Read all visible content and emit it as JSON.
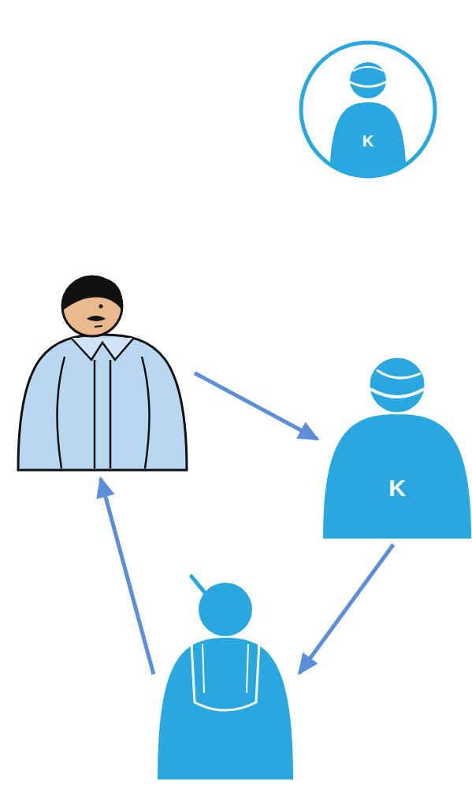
{
  "diagram": {
    "nodes": [
      {
        "text": [
          "K"
        ]
      },
      {
        "text": []
      },
      {
        "text": [
          "K"
        ]
      },
      {
        "text": []
      }
    ],
    "edges": [
      {
        "from": 1,
        "to": 2,
        "arrow": "to"
      },
      {
        "from": 2,
        "to": 3,
        "arrow": "to"
      },
      {
        "from": 3,
        "to": 1,
        "arrow": "to"
      }
    ]
  }
}
